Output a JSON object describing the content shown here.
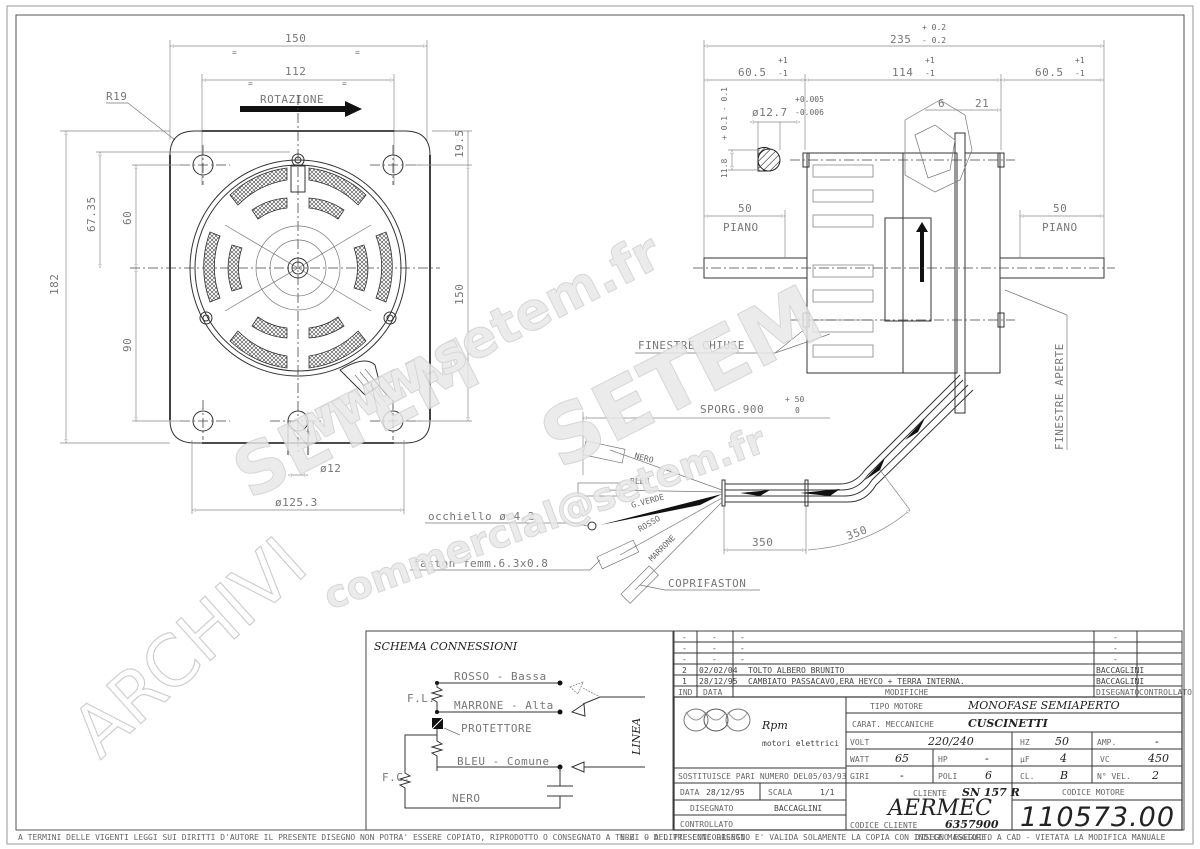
{
  "front_view": {
    "dim_width_outer": "150",
    "dim_width_holes": "112",
    "equal_mark": "=",
    "radius_label": "R19",
    "rotation_label": "ROTAZIONE",
    "dim_height_total": "182",
    "dim_upper_center": "67.35",
    "dim_upper_holes": "60",
    "dim_lower_holes": "90",
    "dim_right_height": "150",
    "dim_top_offset": "19.5",
    "dim_slot": "ø12",
    "dim_diameter": "ø125.3"
  },
  "side_view": {
    "dim_overall": "235",
    "dim_overall_tol_plus": "+ 0.2",
    "dim_overall_tol_minus": "- 0.2",
    "dim_left_shaft": "60.5",
    "dim_body": "114",
    "dim_right_shaft": "60.5",
    "tol_plus1": "+1",
    "tol_minus1": "-1",
    "shaft_diameter": "ø12.7",
    "shaft_tol_plus": "+0.005",
    "shaft_tol_minus": "-0.006",
    "flat_dim": "11.8",
    "flat_tol": "+ 0.1  - 0.1",
    "dim_6": "6",
    "dim_21": "21",
    "flat_left": "50",
    "flat_right": "50",
    "piano_left": "PIANO",
    "piano_right": "PIANO",
    "closed_windows": "FINESTRE CHIUSE",
    "open_windows": "FINESTRE APERTE"
  },
  "leads": {
    "overhang": "SPORG.900",
    "overhang_tol_plus": "+ 50",
    "overhang_tol_minus": "0",
    "wire_nero": "NERO",
    "wire_bleu": "BLEU",
    "wire_giallo_verde": "G.VERDE",
    "wire_rosso": "ROSSO",
    "wire_marrone": "MARRONE",
    "eyelet": "occhiello ø 4.2",
    "faston": "faston femm.6.3x0.8",
    "faston_cover": "COPRIFASTON",
    "dim_straight": "350",
    "dim_bend": "350"
  },
  "schema": {
    "title": "SCHEMA CONNESSIONI",
    "rosso": "ROSSO - Bassa",
    "marrone": "MARRONE - Alta",
    "protettore": "PROTETTORE",
    "bleu": "BLEU - Comune",
    "nero": "NERO",
    "fl": "F.L.",
    "fc": "F.C.",
    "linea": "LINEA"
  },
  "revisions": {
    "rows": [
      {
        "ind": "-",
        "data": "-",
        "modifica": "-",
        "disegnato": "-",
        "controllato": ""
      },
      {
        "ind": "-",
        "data": "-",
        "modifica": "-",
        "disegnato": "-",
        "controllato": ""
      },
      {
        "ind": "-",
        "data": "-",
        "modifica": "-",
        "disegnato": "-",
        "controllato": ""
      },
      {
        "ind": "2",
        "data": "02/02/04",
        "modifica": "TOLTO ALBERO BRUNITO",
        "disegnato": "BACCAGLINI",
        "controllato": ""
      },
      {
        "ind": "1",
        "data": "28/12/95",
        "modifica": "CAMBIATO PASSACAVO,ERA HEYCO + TERRA INTERNA.",
        "disegnato": "BACCAGLINI",
        "controllato": ""
      }
    ],
    "headers": {
      "ind": "IND",
      "data": "DATA",
      "modifiche": "MODIFICHE",
      "disegnato": "DISEGNATO",
      "controllato": "CONTROLLATO"
    }
  },
  "title_block": {
    "logo_text": "Rpm",
    "logo_sub": "motori elettrici",
    "tipo_motore_label": "TIPO MOTORE",
    "tipo_motore": "MONOFASE SEMIAPERTO",
    "carat_label": "CARAT. MECCANICHE",
    "carat": "CUSCINETTI",
    "volt_label": "VOLT",
    "volt": "220/240",
    "hz_label": "HZ",
    "hz": "50",
    "amp_label": "AMP.",
    "amp": "-",
    "watt_label": "WATT",
    "watt": "65",
    "hp_label": "HP",
    "hp": "-",
    "uf_label": "µF",
    "uf": "4",
    "vc_label": "VC",
    "vc": "450",
    "giri_label": "GIRI",
    "giri": "-",
    "poli_label": "POLI",
    "poli": "6",
    "cl_label": "CL.",
    "cl": "B",
    "nvel_label": "N° VEL.",
    "nvel": "2",
    "sostituisce_label": "SOSTITUISCE PARI NUMERO DEL",
    "sostituisce": "05/03/93",
    "data_label": "DATA",
    "data": "28/12/95",
    "scala_label": "SCALA",
    "scala": "1/1",
    "disegnato_label": "DISEGNATO",
    "disegnato": "BACCAGLINI",
    "controllato_label": "CONTROLLATO",
    "cliente_label": "CLIENTE",
    "cliente_code": "SN 157 R",
    "cliente": "AERMEC",
    "codice_cliente_label": "CODICE CLIENTE",
    "codice_cliente": "6357900",
    "codice_motore_label": "CODICE MOTORE",
    "codice_motore": "110573.00"
  },
  "footer": {
    "copyright": "A TERMINI DELLE VIGENTI LEGGI SUI DIRITTI D'AUTORE IL PRESENTE DISEGNO NON POTRA' ESSERE COPIATO, RIPRODOTTO O CONSEGNATO A TERZI O A DITTE CONCORRENTI.",
    "note": "N.B. - DEL PRESENTE DISEGNO E' VALIDA SOLAMENTE LA COPIA CON INDICE MAGGIORE.",
    "cad": "DISEGNO ESEGUITO A CAD - VIETATA LA MODIFICA MANUALE"
  },
  "watermark": {
    "site": "www.setem.fr",
    "brand": "SETEM",
    "email": "commercial@setem.fr",
    "archive": "ARCHIVI"
  }
}
